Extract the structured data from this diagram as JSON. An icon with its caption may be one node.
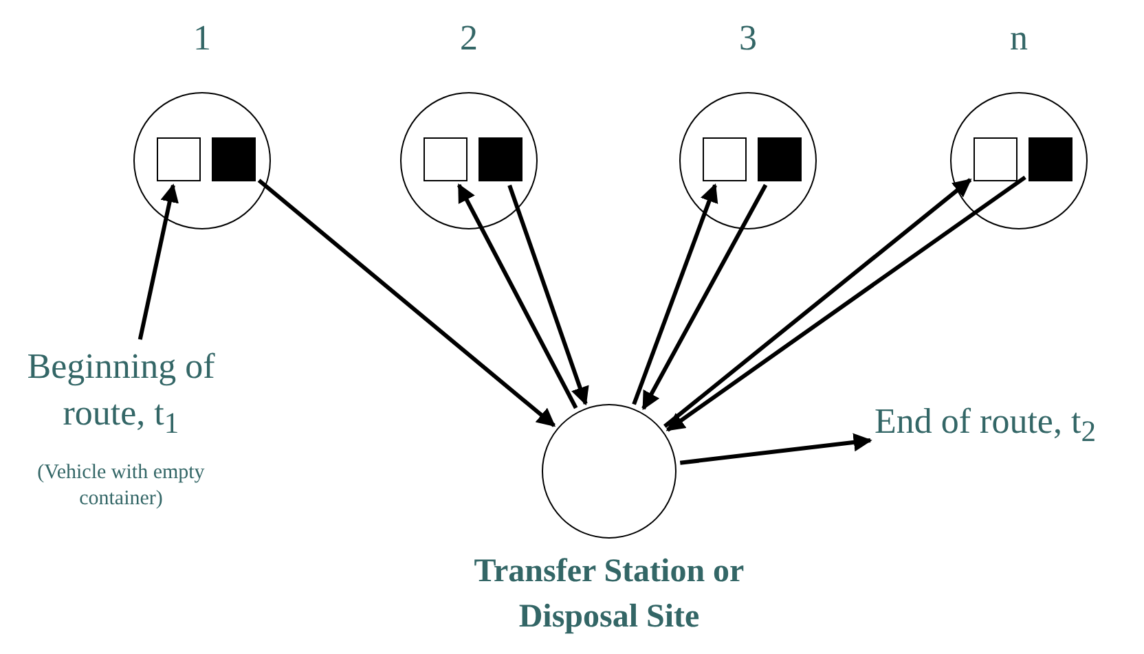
{
  "diagram": {
    "nodes": [
      {
        "text": [
          "1"
        ]
      },
      {
        "text": [],
        "shape": "box",
        "in": 0
      },
      {
        "text": [],
        "shape": "box",
        "in": 0
      },
      {
        "text": [
          "2"
        ]
      },
      {
        "text": [],
        "shape": "box",
        "in": 3
      },
      {
        "text": [],
        "shape": "box",
        "in": 3
      },
      {
        "text": [
          "3"
        ]
      },
      {
        "text": [],
        "shape": "box",
        "in": 6
      },
      {
        "text": [],
        "shape": "box",
        "in": 6
      },
      {
        "text": [
          "n"
        ]
      },
      {
        "text": [],
        "shape": "box",
        "in": 9
      },
      {
        "text": [],
        "shape": "box",
        "in": 9
      },
      {
        "text": [
          "Transfer Station or Disposal Site"
        ]
      },
      {
        "text": [
          "Beginning of route, t$_{1}$",
          "(Vehicle with empty container)"
        ]
      },
      {
        "text": [
          "End of route, t$_{2}$"
        ]
      }
    ],
    "edges": [
      {
        "from": 13,
        "to": 1,
        "arrow": "to"
      },
      {
        "from": 2,
        "to": 12,
        "arrow": "to"
      },
      {
        "from": 12,
        "to": 4,
        "arrow": "to"
      },
      {
        "from": 5,
        "to": 12,
        "arrow": "to"
      },
      {
        "from": 12,
        "to": 7,
        "arrow": "to"
      },
      {
        "from": 8,
        "to": 12,
        "arrow": "to"
      },
      {
        "from": 12,
        "to": 10,
        "arrow": "to"
      },
      {
        "from": 11,
        "to": 12,
        "arrow": "to"
      },
      {
        "from": 12,
        "to": 14,
        "arrow": "to"
      }
    ]
  }
}
